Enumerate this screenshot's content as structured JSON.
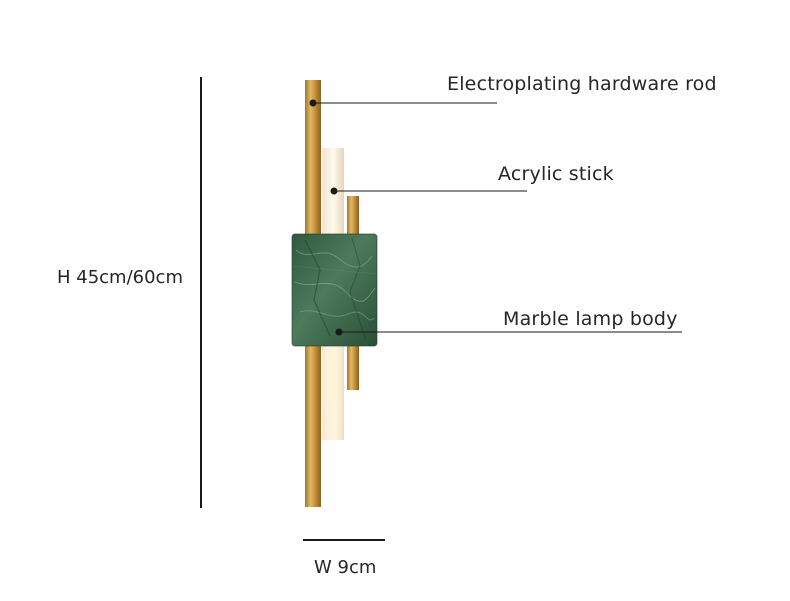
{
  "callouts": [
    {
      "label": "Electroplating hardware rod"
    },
    {
      "label": "Acrylic stick"
    },
    {
      "label": "Marble lamp body"
    }
  ],
  "dimensions": {
    "height_label": "H 45cm/60cm",
    "width_label": "W 9cm"
  },
  "colors": {
    "gold": "#c9973f",
    "marble": "#3f6a4e",
    "acrylic": "#f6eee0",
    "line": "#1a1a1a"
  }
}
